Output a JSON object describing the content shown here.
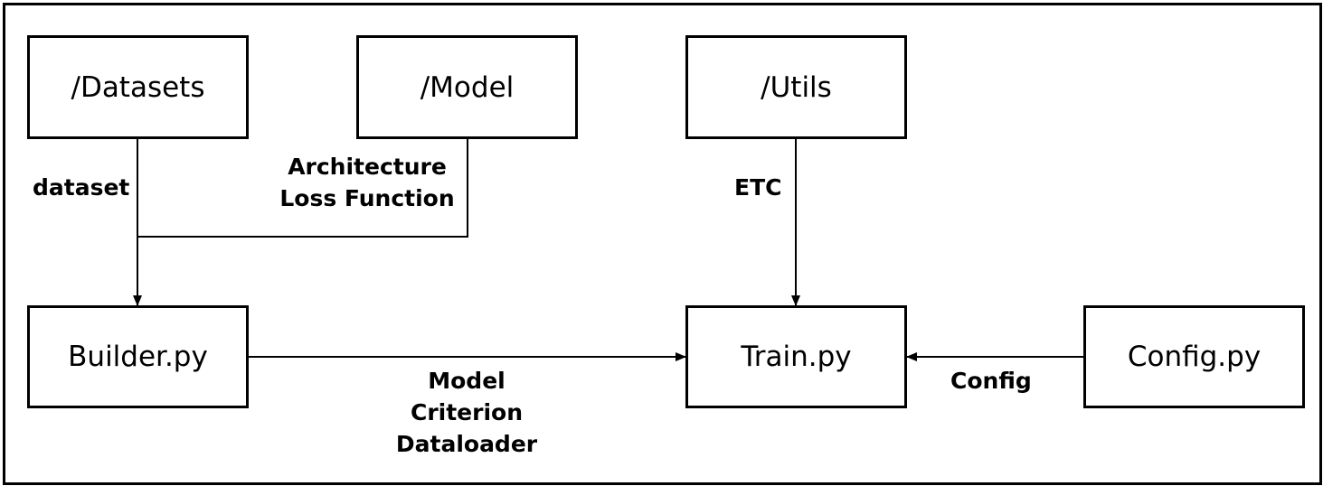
{
  "nodes": {
    "datasets": "/Datasets",
    "model": "/Model",
    "utils": "/Utils",
    "builder": "Builder.py",
    "train": "Train.py",
    "config": "Config.py"
  },
  "edges": {
    "datasets_to_builder": [
      "dataset"
    ],
    "model_to_builder": [
      "Architecture",
      "Loss Function"
    ],
    "utils_to_train": [
      "ETC"
    ],
    "builder_to_train": [
      "Model",
      "Criterion",
      "Dataloader"
    ],
    "config_to_train": [
      "Config"
    ]
  }
}
